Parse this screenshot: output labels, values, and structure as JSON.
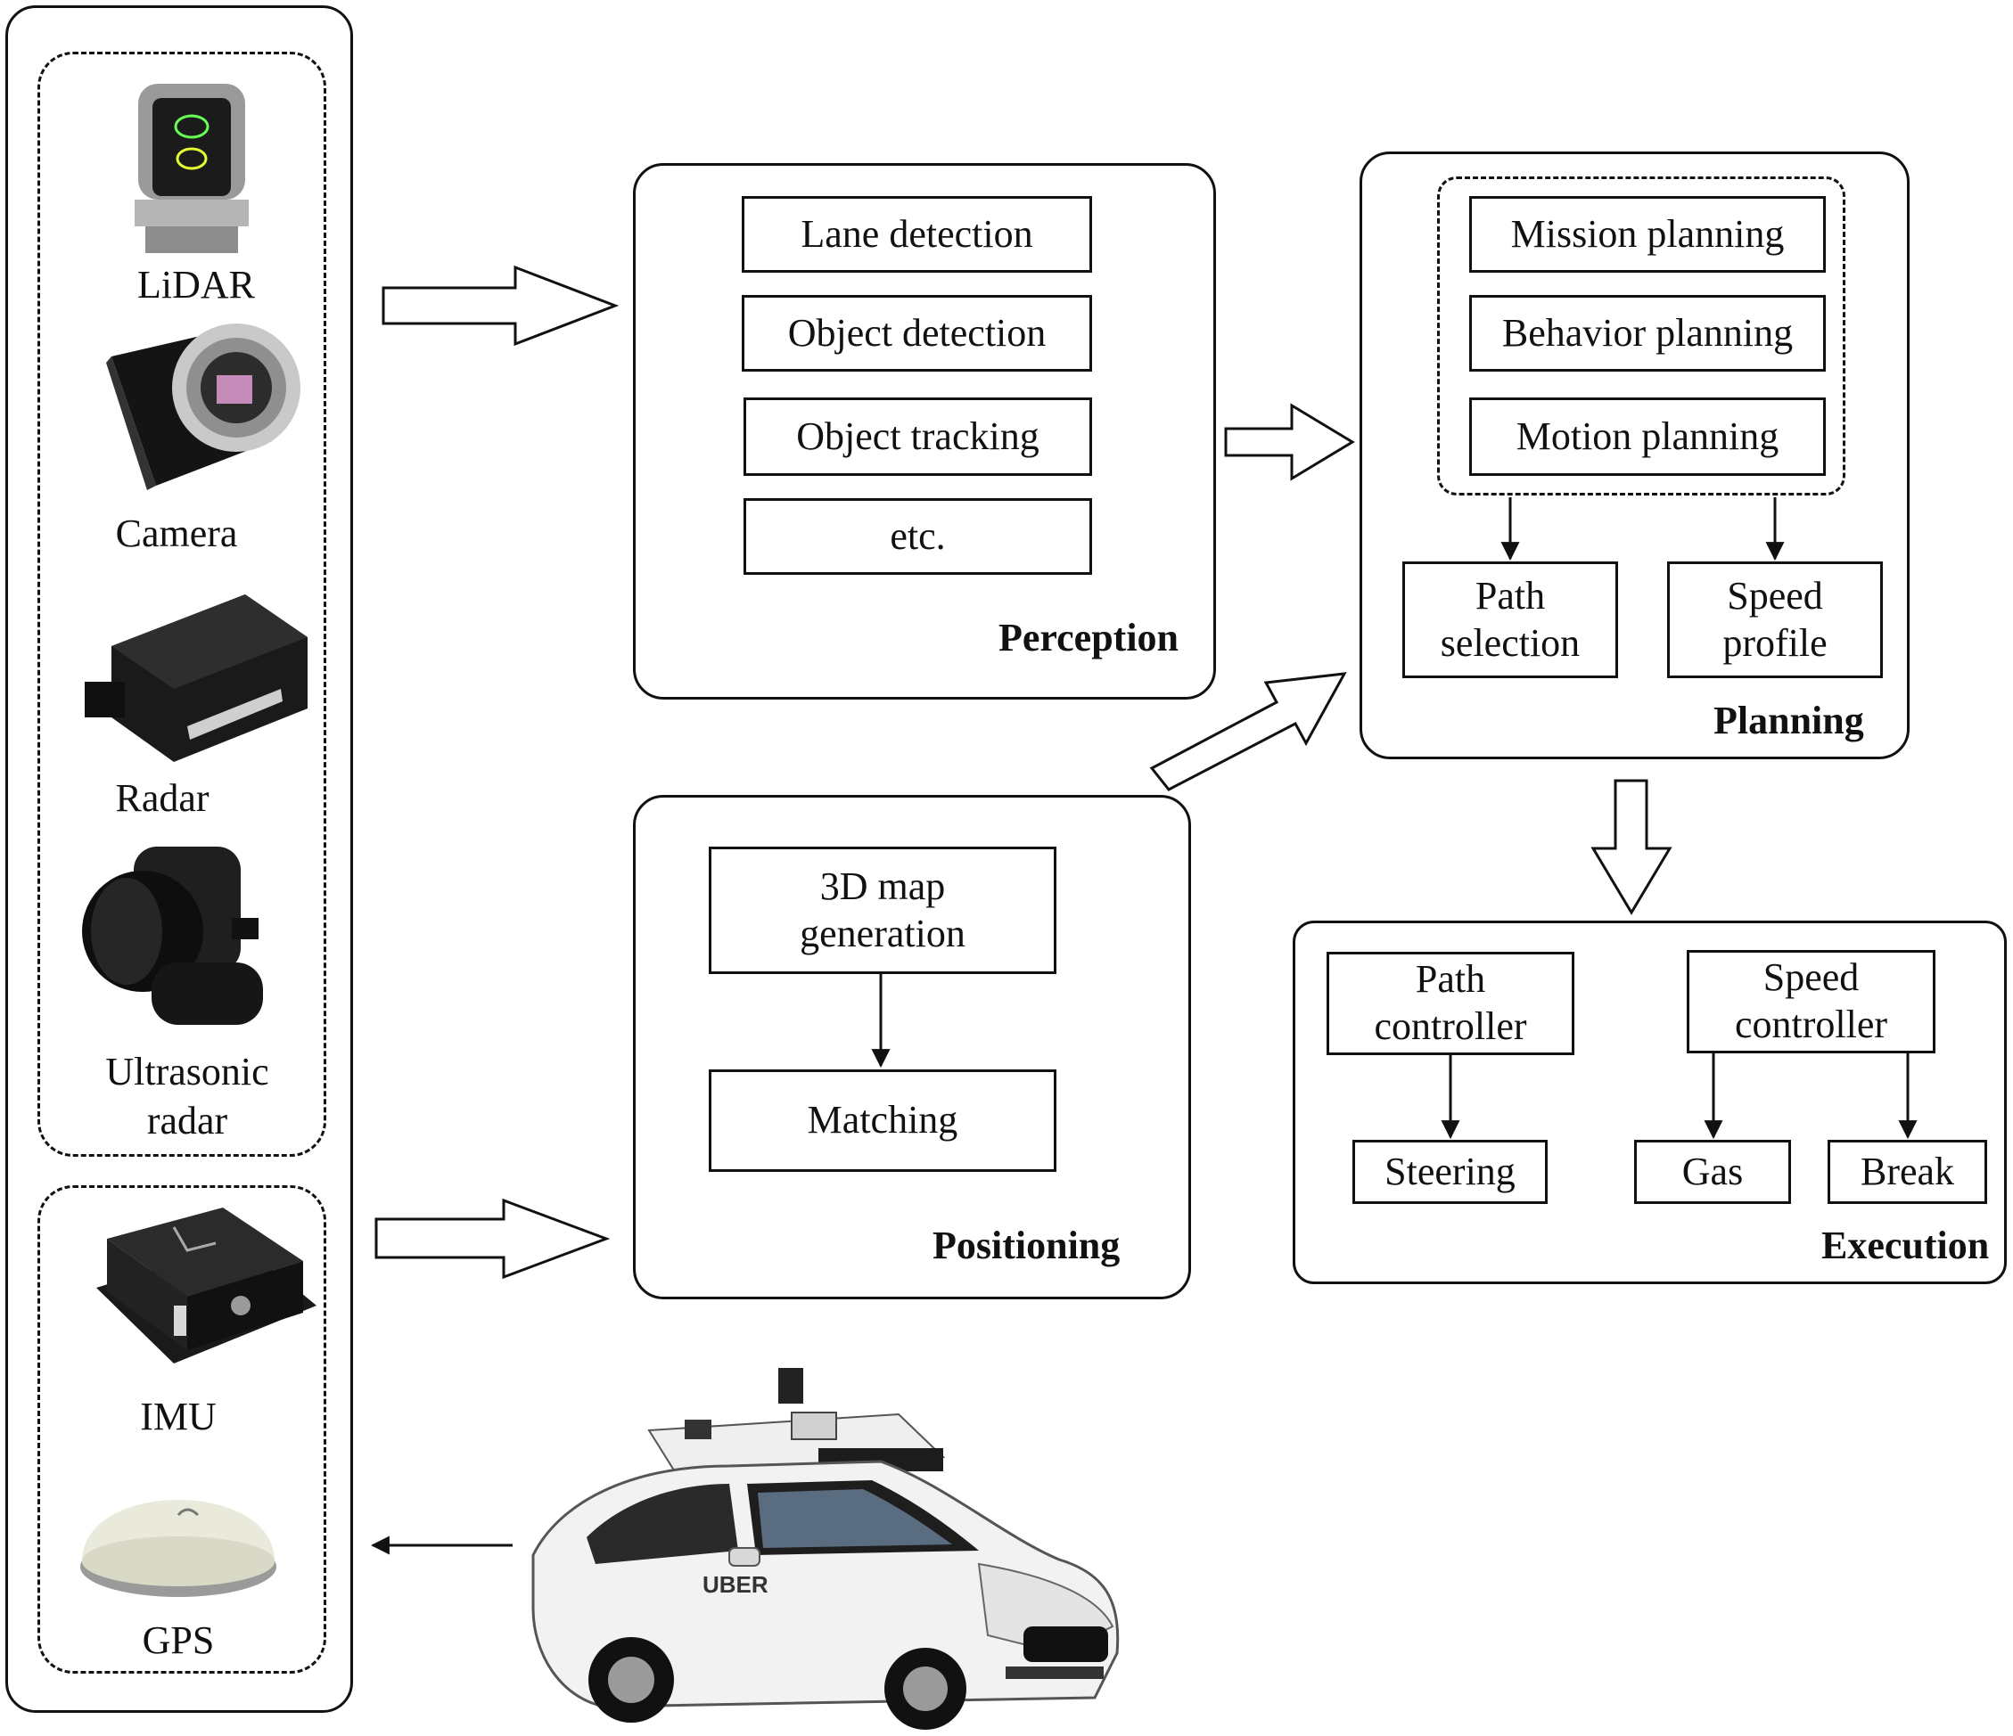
{
  "sensors": {
    "lidar": "LiDAR",
    "camera": "Camera",
    "radar": "Radar",
    "ultrasonic": "Ultrasonic\nradar",
    "imu": "IMU",
    "gps": "GPS"
  },
  "perception": {
    "title": "Perception",
    "items": [
      "Lane detection",
      "Object detection",
      "Object tracking",
      "etc."
    ]
  },
  "positioning": {
    "title": "Positioning",
    "map_generation": "3D map\ngeneration",
    "matching": "Matching"
  },
  "planning": {
    "title": "Planning",
    "items": [
      "Mission planning",
      "Behavior planning",
      "Motion planning"
    ],
    "path_selection": "Path\nselection",
    "speed_profile": "Speed\nprofile"
  },
  "execution": {
    "title": "Execution",
    "path_controller": "Path\ncontroller",
    "speed_controller": "Speed\ncontroller",
    "steering": "Steering",
    "gas": "Gas",
    "break": "Break"
  },
  "vehicle": {
    "brand": "UBER"
  }
}
